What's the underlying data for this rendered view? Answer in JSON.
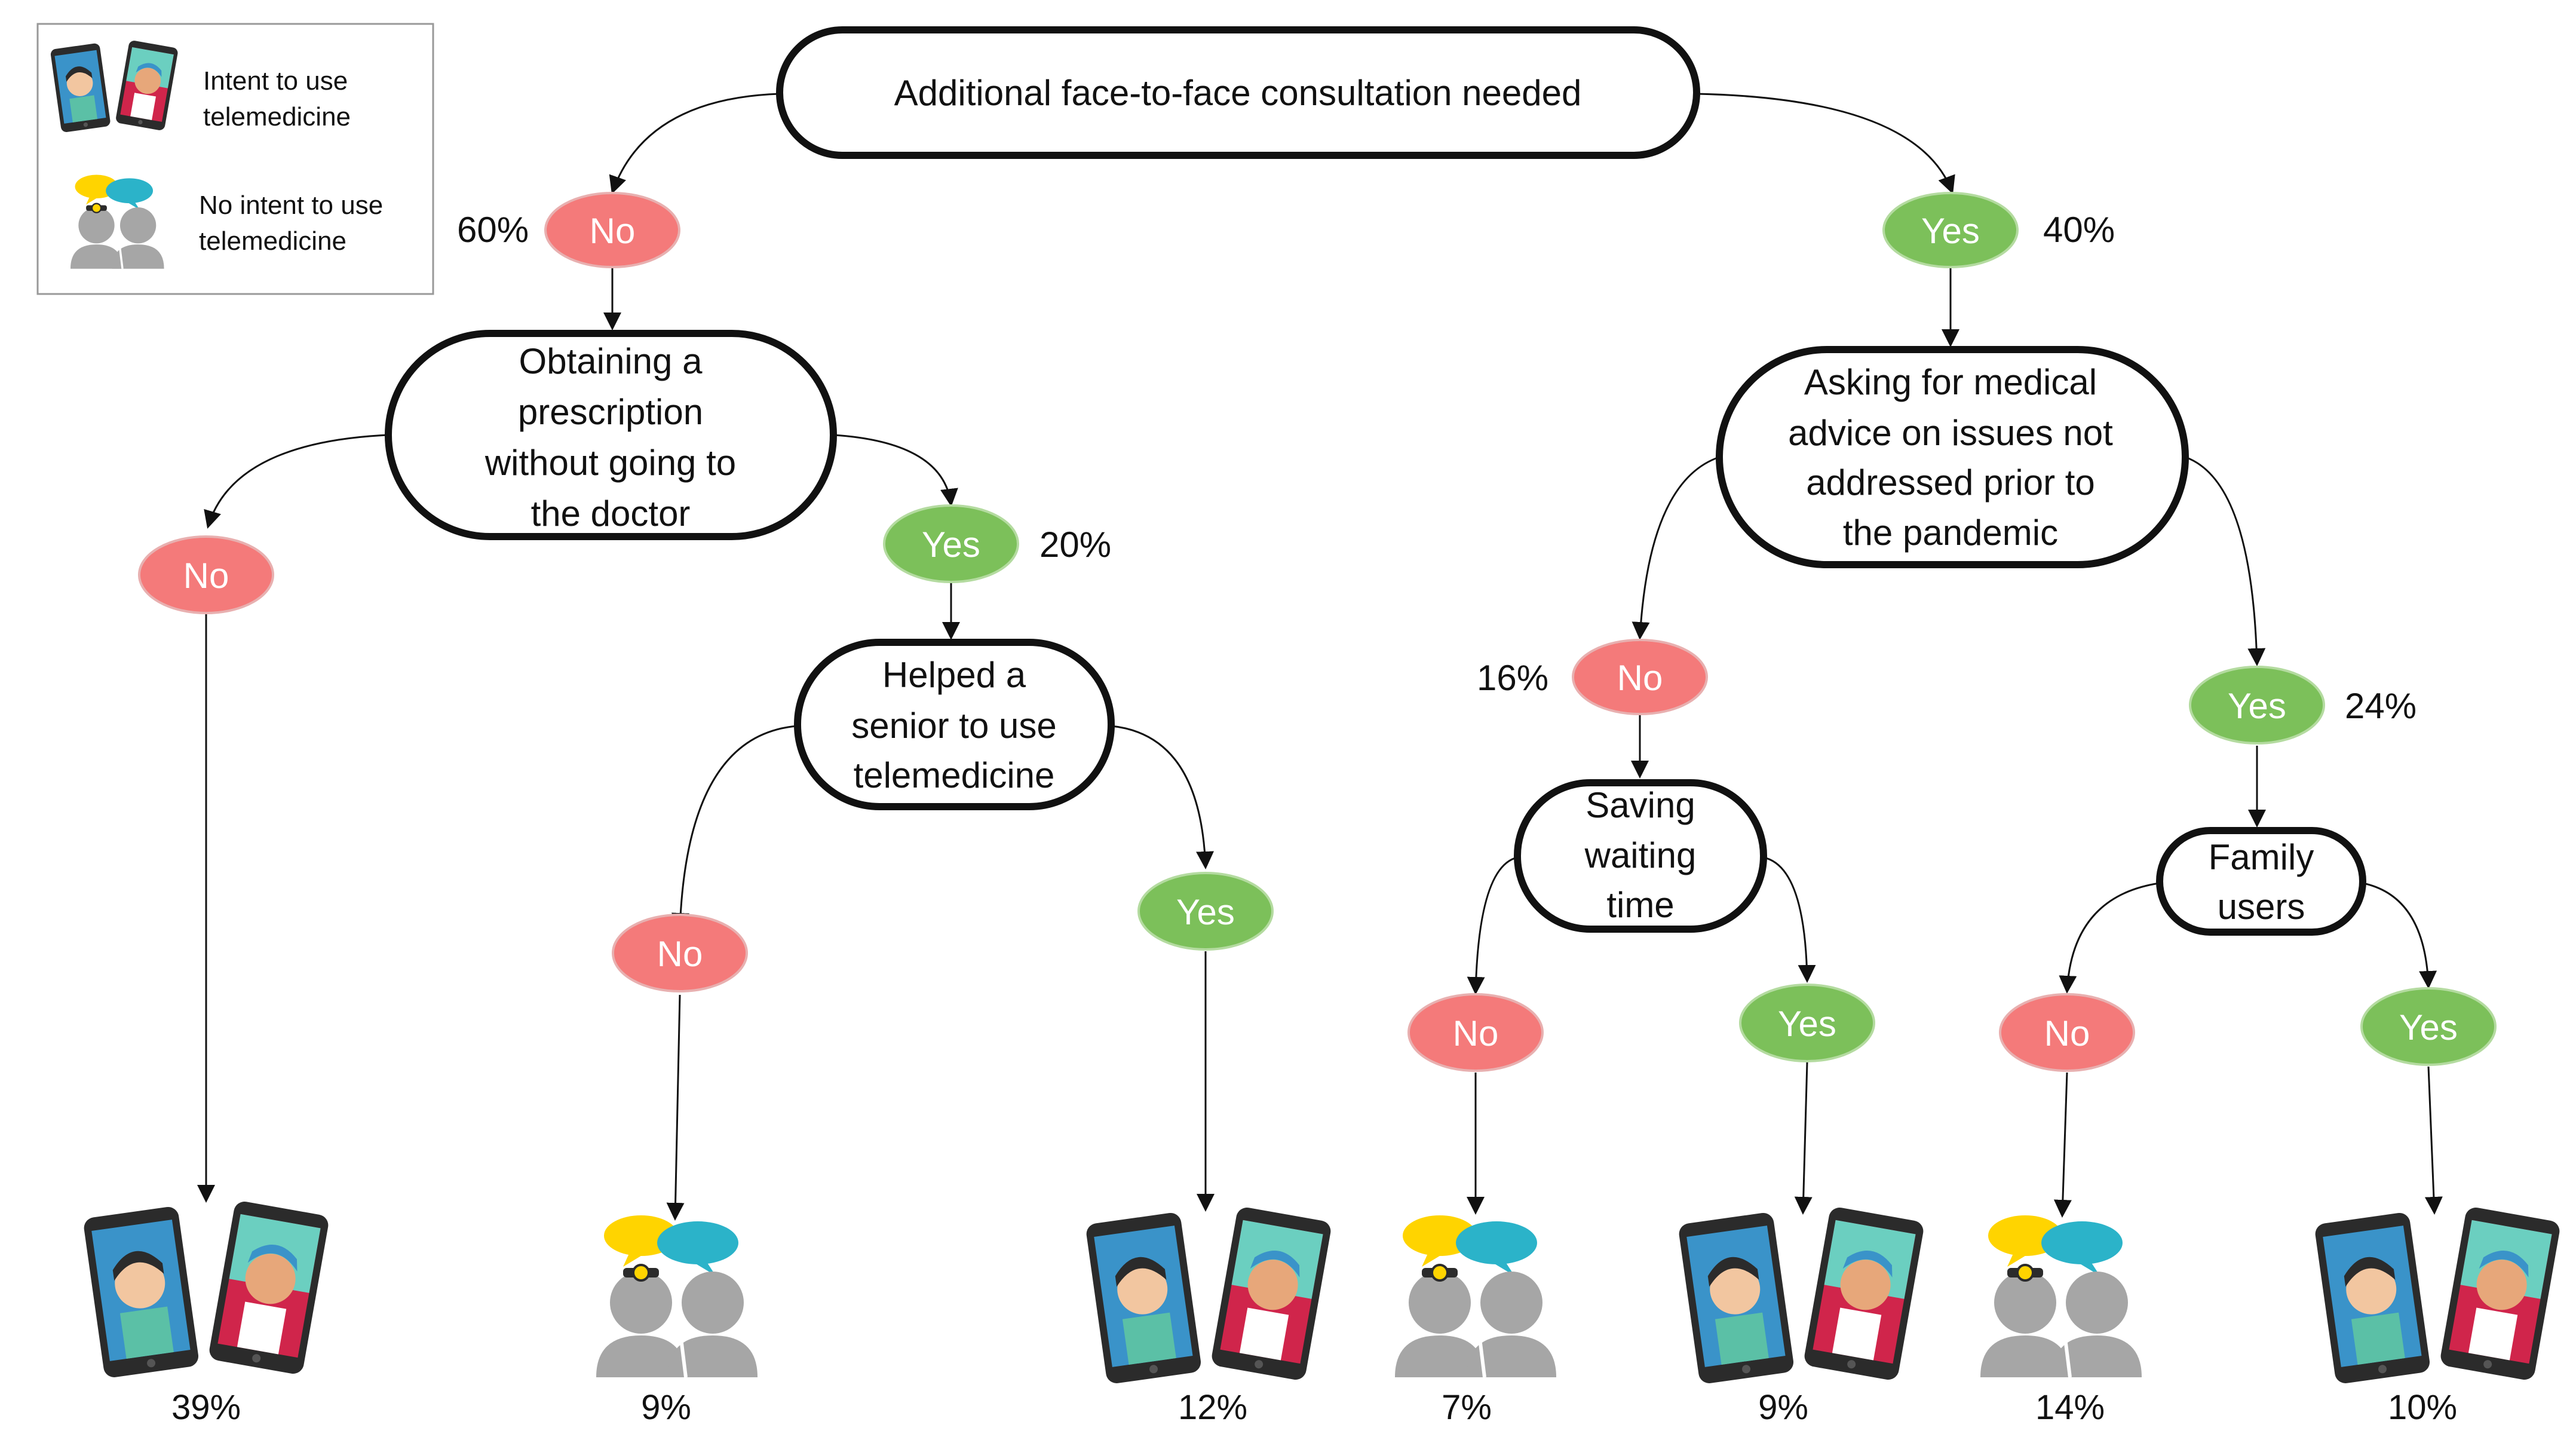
{
  "legend": {
    "intent": [
      "Intent to use",
      "telemedicine"
    ],
    "no_intent": [
      "No intent to use",
      "telemedicine"
    ]
  },
  "nodes": {
    "root": [
      "Additional face-to-face consultation needed"
    ],
    "prescription": [
      "Obtaining a",
      "prescription",
      "without going to",
      "the doctor"
    ],
    "senior": [
      "Helped a",
      "senior to use",
      "telemedicine"
    ],
    "advice": [
      "Asking for medical",
      "advice on issues not",
      "addressed prior to",
      "the pandemic"
    ],
    "waiting": [
      "Saving",
      "waiting",
      "time"
    ],
    "family": [
      "Family",
      "users"
    ]
  },
  "pills": {
    "no": "No",
    "yes": "Yes"
  },
  "colors": {
    "no": "#f47a7a",
    "yes": "#7cc05a",
    "phone_frame": "#2b2b2b",
    "person": "#a6a6a6",
    "bubble_yellow": "#ffd400",
    "bubble_teal": "#2bb3c9"
  },
  "percentages": {
    "root_no": "60%",
    "root_yes": "40%",
    "prescription_yes": "20%",
    "advice_no": "16%",
    "advice_yes": "24%"
  },
  "leaves": [
    {
      "icon": "phones-icon",
      "value": "39%"
    },
    {
      "icon": "people-icon",
      "value": "9%"
    },
    {
      "icon": "phones-icon",
      "value": "12%"
    },
    {
      "icon": "people-icon",
      "value": "7%"
    },
    {
      "icon": "phones-icon",
      "value": "9%"
    },
    {
      "icon": "people-icon",
      "value": "14%"
    },
    {
      "icon": "phones-icon",
      "value": "10%"
    }
  ]
}
